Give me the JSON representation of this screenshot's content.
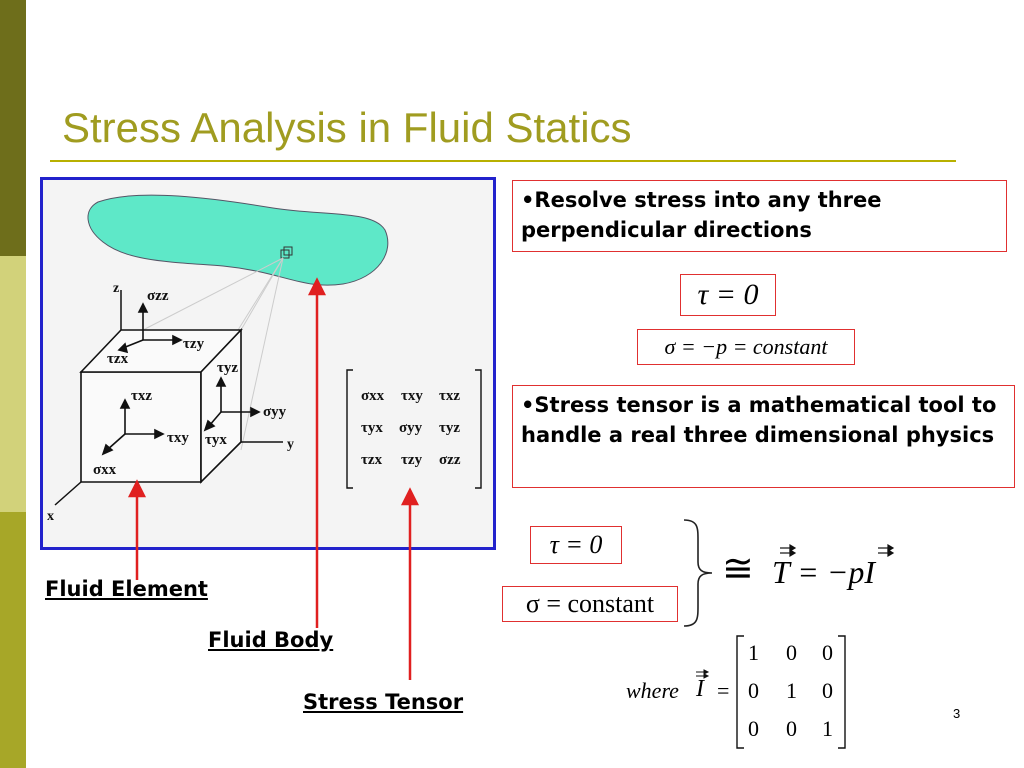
{
  "slide": {
    "title": "Stress Analysis in Fluid Statics",
    "page_number": "3"
  },
  "bullets": [
    "•Resolve stress into any three perpendicular directions",
    "•Stress tensor is a mathematical tool to handle a real three dimensional physics"
  ],
  "equations": {
    "tau_zero": "τ = 0",
    "sigma_const": "σ = −p = constant",
    "tau_zero_2": "τ = 0",
    "sigma_const_2": "σ = constant",
    "approx": "≅",
    "tensor_T": "T = −pI",
    "where": "where",
    "identity_I": "I",
    "identity_eq": "=",
    "matrix_rows": [
      [
        "1",
        "0",
        "0"
      ],
      [
        "0",
        "1",
        "0"
      ],
      [
        "0",
        "0",
        "1"
      ]
    ]
  },
  "diagram": {
    "axes": {
      "z": "z",
      "y": "y",
      "x": "x"
    },
    "labels": {
      "szz": "σzz",
      "tzx": "τzx",
      "tzy": "τzy",
      "tyz": "τyz",
      "txz": "τxz",
      "txy": "τxy",
      "tyx": "τyx",
      "syy": "σyy",
      "sxx": "σxx"
    },
    "tensor": [
      [
        "σxx",
        "τxy",
        "τxz"
      ],
      [
        "τyx",
        "σyy",
        "τyz"
      ],
      [
        "τzx",
        "τzy",
        "σzz"
      ]
    ]
  },
  "captions": {
    "fluid_element": "Fluid Element",
    "fluid_body": "Fluid Body",
    "stress_tensor": "Stress Tensor"
  },
  "colors": {
    "title": "#a09c20",
    "rule": "#b8b000",
    "diagram_border": "#2222cc",
    "blob": "#5ee8c8",
    "arrow": "#e02020",
    "box_border": "#e03030"
  }
}
